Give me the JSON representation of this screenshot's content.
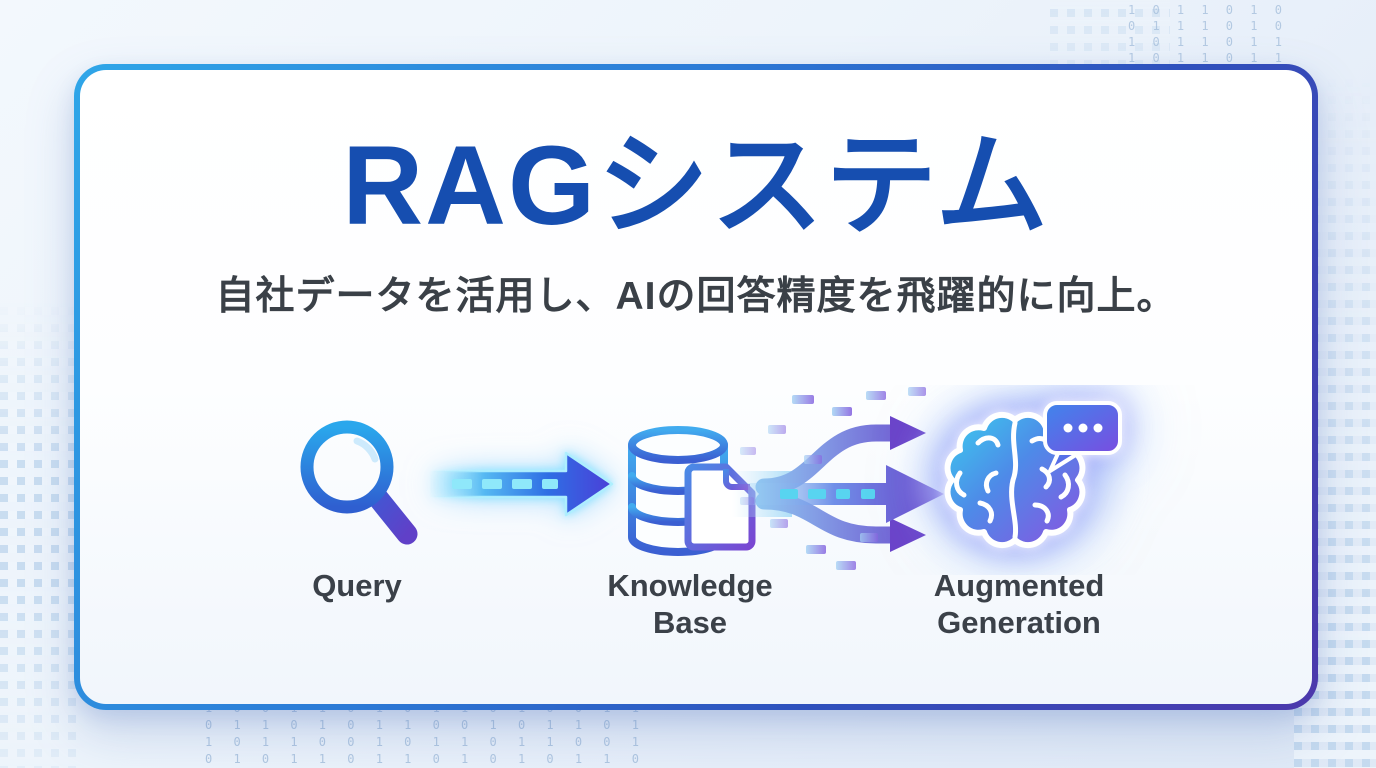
{
  "slide": {
    "title": "RAGシステム",
    "subtitle": "自社データを活用し、AIの回答精度を飛躍的に向上。"
  },
  "diagram": {
    "steps": [
      {
        "id": "query",
        "icon": "magnifier-search-icon",
        "label": "Query"
      },
      {
        "id": "knowledge-base",
        "icon": "database-document-icon",
        "label": "Knowledge\nBase"
      },
      {
        "id": "augmented-generation",
        "icon": "brain-chat-icon",
        "label": "Augmented\nGeneration"
      }
    ],
    "connectors": [
      {
        "from": "query",
        "to": "knowledge-base",
        "icon": "arrow-right-icon"
      },
      {
        "from": "knowledge-base",
        "to": "augmented-generation",
        "icon": "branching-arrows-icon"
      }
    ]
  },
  "background": {
    "binary_top": "1 0 1 1 0 1 0\n0 1 1 1 0 1 0\n1 0 1 1 0 1 1\n1 0 1 1 0 1 1",
    "binary_bottom": "1 0 0 1 1 0 1 0 1 1 0 1 0 0 1 1\n0 1 1 0 1 0 1 1 0 0 1 0 1 1 0 1\n1 0 1 1 0 0 1 0 1 1 0 1 1 0 0 1\n0 1 0 1 1 0 1 1 0 1 0 1 0 1 1 0"
  },
  "colors": {
    "title_blue": "#164eb0",
    "subtitle_gray": "#3a4047",
    "border_start": "#2fa6e8",
    "border_end": "#4c38ac",
    "accent_cyan": "#58d4f0",
    "accent_purple": "#6b44ca"
  }
}
